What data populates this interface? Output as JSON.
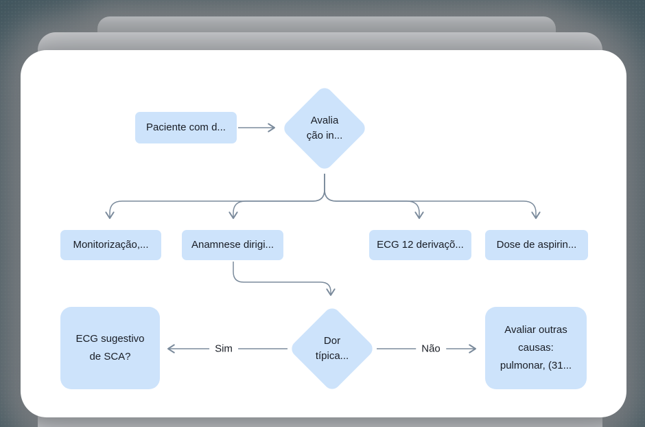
{
  "canvas": {
    "background_color": "#41565e",
    "card_color": "#ffffff"
  },
  "flowchart": {
    "colors": {
      "node_fill": "#cde3fb",
      "connector": "#7a8a9b",
      "text": "#181c24"
    },
    "nodes": {
      "start": {
        "type": "process",
        "label": "Paciente com d..."
      },
      "initial_assessment": {
        "type": "decision",
        "lines": [
          "Avalia",
          "ção in..."
        ]
      },
      "monitoring": {
        "type": "process",
        "label": "Monitorização,..."
      },
      "anamnesis": {
        "type": "process",
        "label": "Anamnese dirigi..."
      },
      "ecg_12_lead": {
        "type": "process",
        "label": "ECG 12 derivaçõ..."
      },
      "aspirin_dose": {
        "type": "process",
        "label": "Dose de aspirin..."
      },
      "typical_pain": {
        "type": "decision",
        "lines": [
          "Dor",
          "típica..."
        ]
      },
      "ecg_suggestive": {
        "type": "process",
        "lines": [
          "ECG sugestivo",
          "de SCA?"
        ]
      },
      "other_causes": {
        "type": "process",
        "lines": [
          "Avaliar outras",
          "causas:",
          "pulmonar, (31..."
        ]
      }
    },
    "edge_labels": {
      "yes": "Sim",
      "no": "Não"
    }
  }
}
